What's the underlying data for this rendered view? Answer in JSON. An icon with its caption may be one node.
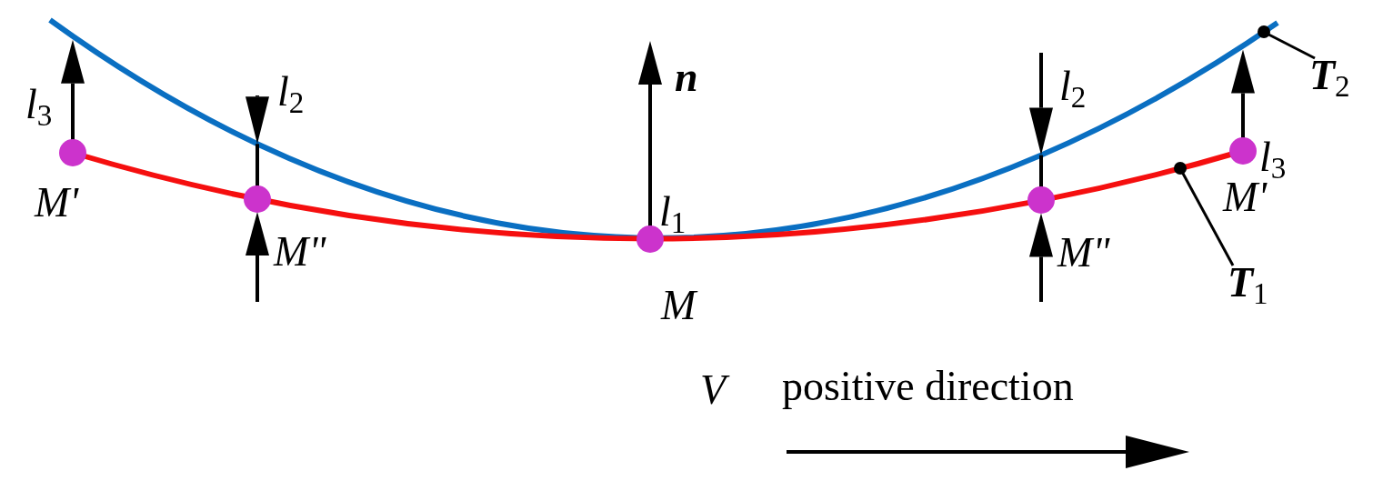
{
  "diagram": {
    "nodes": [
      {
        "text": [],
        "shape": "circle",
        "beside": [
          "M'"
        ]
      },
      {
        "text": [],
        "shape": "circle",
        "beside": [
          "M\""
        ]
      },
      {
        "text": [],
        "shape": "circle",
        "beside": [
          "M"
        ]
      },
      {
        "text": [],
        "shape": "circle",
        "beside": [
          "M\""
        ]
      },
      {
        "text": [],
        "shape": "circle",
        "beside": [
          "M'"
        ]
      },
      {
        "text": [],
        "shape": "circle"
      },
      {
        "text": [
          "**T**$_{1}$"
        ]
      },
      {
        "text": [],
        "shape": "circle"
      },
      {
        "text": [
          "**T**$_{2}$"
        ]
      }
    ],
    "edges": [
      {
        "from": 6,
        "to": 5,
        "arrow": "none"
      },
      {
        "from": 8,
        "to": 7,
        "arrow": "none"
      }
    ],
    "labels": [
      "*l*$_{3}$",
      "*l*$_{2}$",
      "n",
      "*l*$_{2}$",
      "*l*$_{1}$",
      "*l*$_{3}$",
      "V",
      "positive direction"
    ]
  }
}
